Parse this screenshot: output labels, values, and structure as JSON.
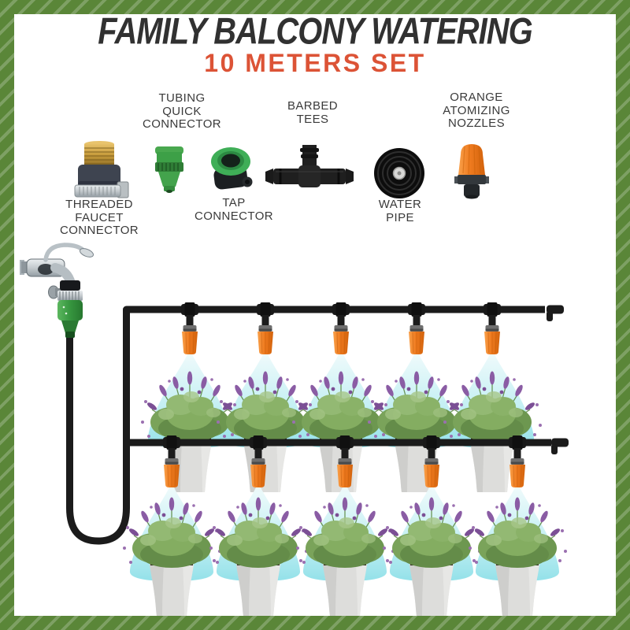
{
  "header": {
    "title": "FAMILY BALCONY WATERING",
    "subtitle": "10 METERS SET"
  },
  "components": [
    {
      "id": "threaded-faucet-connector",
      "label_lines": [
        "THREADED",
        "FAUCET",
        "CONNECTOR"
      ],
      "label_position": "below-image"
    },
    {
      "id": "tubing-quick-connector",
      "label_lines": [
        "TUBING",
        "QUICK",
        "CONNECTOR"
      ],
      "label_position": "above-image"
    },
    {
      "id": "tap-connector",
      "label_lines": [
        "TAP",
        "CONNECTOR"
      ],
      "label_position": "below-image"
    },
    {
      "id": "barbed-tees",
      "label_lines": [
        "BARBED",
        "TEES"
      ],
      "label_position": "above-image"
    },
    {
      "id": "water-pipe",
      "label_lines": [
        "WATER",
        "PIPE"
      ],
      "label_position": "below-image"
    },
    {
      "id": "orange-atomizing-nozzles",
      "label_lines": [
        "ORANGE",
        "ATOMIZING",
        "NOZZLES"
      ],
      "label_position": "above-image"
    }
  ],
  "diagram": {
    "rows": 2,
    "nozzles_per_row": 5,
    "plants_per_row": 5,
    "description": "Faucet with quick connector feeds a black water pipe with two horizontal runs; barbed tees hold orange atomizing nozzles spraying water onto potted lavender plants."
  },
  "colors": {
    "border_green": "#5A8638",
    "title_dark": "#313131",
    "subtitle_red": "#DC5336",
    "pipe_black": "#1B1B1B",
    "nozzle_orange": "#EE7A1E",
    "spray_cyan": "#9CE4EB",
    "connector_green": "#3A9A43",
    "brass": "#C79B3B",
    "pot_gray": "#DDDDDB",
    "flower_purple": "#8A5CA4"
  }
}
